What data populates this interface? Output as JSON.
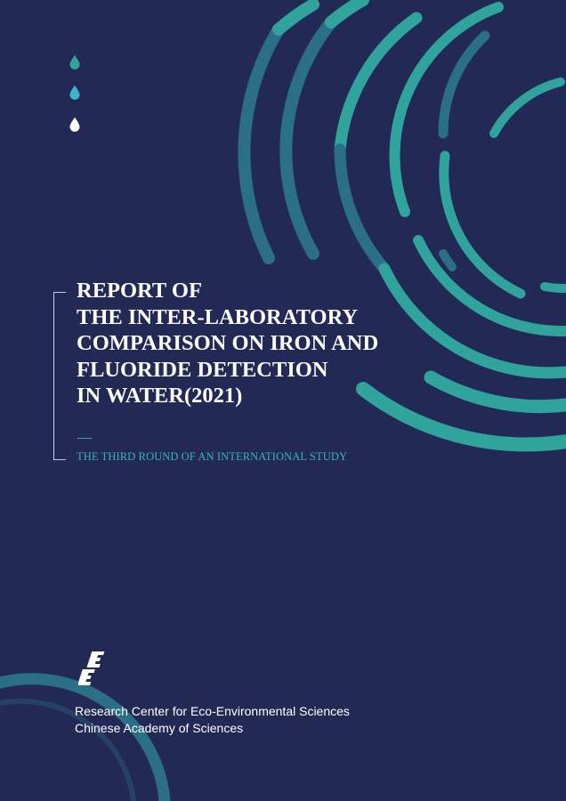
{
  "report": {
    "title_lines": [
      "REPORT OF",
      "THE INTER-LABORATORY",
      "COMPARISON ON IRON AND",
      "FLUORIDE DETECTION",
      "IN WATER(2021)"
    ],
    "subtitle": "THE THIRD ROUND OF AN INTERNATIONAL STUDY"
  },
  "publisher": {
    "logo_icon": "institution-logo-icon",
    "lines": [
      "Research Center for Eco-Environmental Sciences",
      "Chinese Academy of Sciences"
    ]
  },
  "decor": {
    "icons": [
      "water-drop-icon",
      "water-drop-icon",
      "water-drop-icon"
    ]
  },
  "colors": {
    "background": "#232955",
    "teal": "#2fa39c",
    "teal_dark": "#2a6f86",
    "subtitle": "#3cb4ac"
  }
}
